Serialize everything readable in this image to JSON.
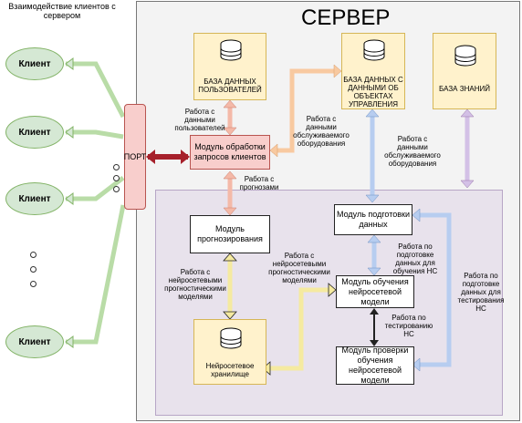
{
  "interaction_label": "Взаимодействие клиентов с сервером",
  "server_title": "СЕРВЕР",
  "clients": [
    "Клиент",
    "Клиент",
    "Клиент",
    "Клиент"
  ],
  "port": "ПОРТ",
  "databases": {
    "users": "БАЗА ДАННЫХ ПОЛЬЗОВАТЕЛЕЙ",
    "objects": "БАЗА ДАННЫХ С ДАННЫМИ ОБ ОБЪЕКТАХ УПРАВЛЕНИЯ",
    "knowledge": "БАЗА ЗНАНИЙ",
    "nn_storage": "Нейросетевое хранилище"
  },
  "modules": {
    "client_processing": "Модуль обработки запросов клиентов",
    "forecasting": "Модуль прогнозирования",
    "data_prep": "Модуль подготовки данных",
    "nn_training": "Модуль обучения нейросетевой модели",
    "nn_testing": "Модуль проверки обучения нейросетевой модели"
  },
  "edge_labels": {
    "user_data": "Работа с данными пользователей",
    "equipment_data_1": "Работа с данными обслуживаемого оборудования",
    "equipment_data_2": "Работа с данными обслуживаемого оборудования",
    "forecasts": "Работа с прогнозами",
    "nn_models_1": "Работа с нейросетевыми прогностическими моделями",
    "nn_models_2": "Работа с нейросетевыми прогностическими моделями",
    "prep_training": "Работа по подготовке данных для обучения НС",
    "testing_nn": "Работа по тестированию НС",
    "prep_testing": "Работа по подготовке данных для тестирования НС"
  }
}
